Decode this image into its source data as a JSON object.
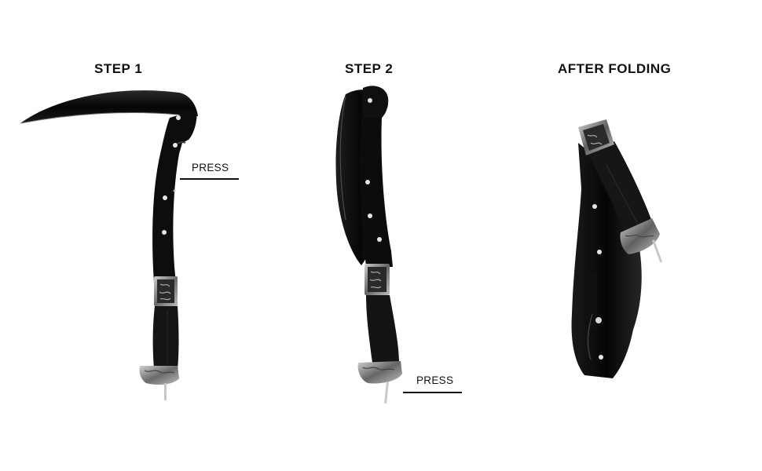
{
  "panels": [
    {
      "title": "STEP 1",
      "callout": "PRESS"
    },
    {
      "title": "STEP 2",
      "callout": "PRESS"
    },
    {
      "title": "AFTER FOLDING"
    }
  ],
  "colors": {
    "blade": "#0a0a0a",
    "handle": "#141414",
    "ornament": "#8a8a8a",
    "rivet": "#e8e8e8",
    "background": "#ffffff"
  },
  "icons": [
    "scythe-open-icon",
    "scythe-half-folded-icon",
    "scythe-folded-icon"
  ]
}
